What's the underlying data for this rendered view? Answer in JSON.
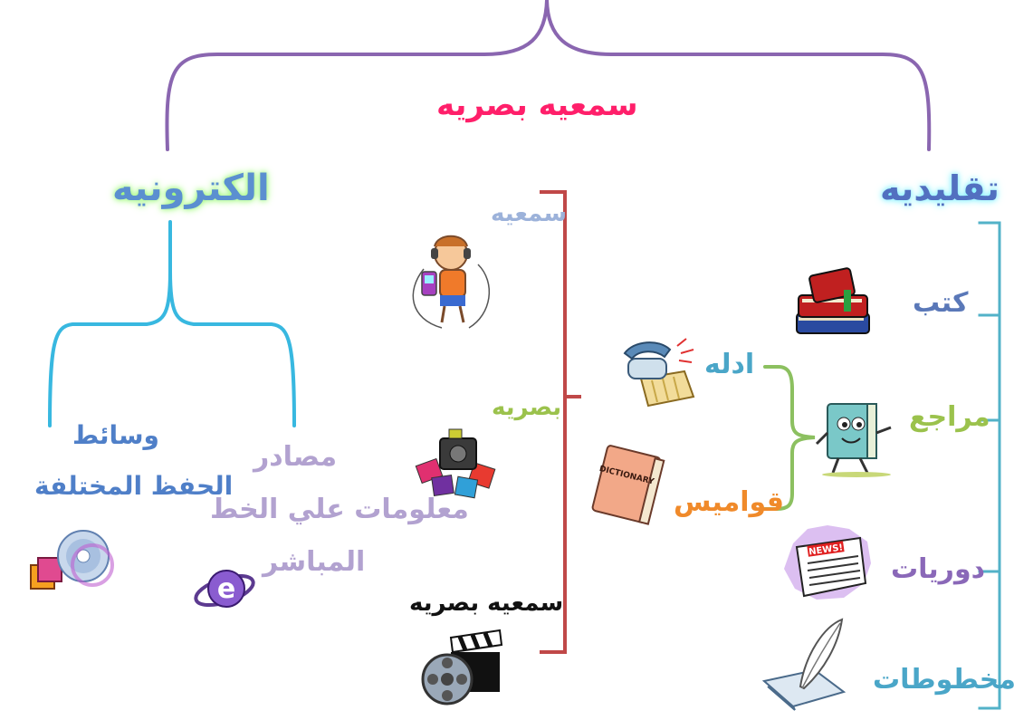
{
  "colors": {
    "top_brace": "#8a66b0",
    "electronic_brace": "#38b8e0",
    "av_bracket": "#c04848",
    "traditional_bracket": "#52b2c8",
    "references_brace": "#8cc060"
  },
  "center": {
    "label": "سمعيه بصريه",
    "color": "#ff1f6a"
  },
  "electronic": {
    "label": "الكترونيه",
    "color": "#5b8fd0",
    "items": [
      {
        "lines": [
          "وسائط",
          "الحفظ المختلفة"
        ],
        "color": "#4f7fc8",
        "icon": "cd-disc-icon"
      },
      {
        "lines": [
          "مصادر",
          "معلومات علي الخط",
          "المباشر"
        ],
        "color": "#b2a2d0",
        "icon": "internet-explorer-icon"
      }
    ]
  },
  "audiovisual": {
    "items": [
      {
        "label": "سمعيه",
        "color": "#9cb2da",
        "icon": "child-headphones-icon"
      },
      {
        "label": "بصريه",
        "color": "#9bc24c",
        "icon": "projector-slides-icon"
      },
      {
        "label": "سمعيه بصريه",
        "color": "#111111",
        "icon": "film-reel-clapper-icon"
      }
    ]
  },
  "traditional": {
    "label": "تقليديه",
    "color": "#5270c0",
    "items": [
      {
        "label": "كتب",
        "color": "#5a78b8",
        "icon": "books-stack-icon"
      },
      {
        "label": "مراجع",
        "color": "#9bc24c",
        "icon": "cartoon-book-icon"
      },
      {
        "label": "دوريات",
        "color": "#8a68b8",
        "icon": "newspaper-icon"
      },
      {
        "label": "مخطوطات",
        "color": "#4aa6c8",
        "icon": "quill-paper-icon"
      }
    ],
    "references": [
      {
        "label": "ادله",
        "color": "#4aa6c8",
        "icon": "phone-directory-icon"
      },
      {
        "label": "قواميس",
        "color": "#f08a2a",
        "icon": "dictionary-icon"
      }
    ],
    "dictionary_cover": "DICTIONARY",
    "newspaper_headline": "NEWS!"
  }
}
